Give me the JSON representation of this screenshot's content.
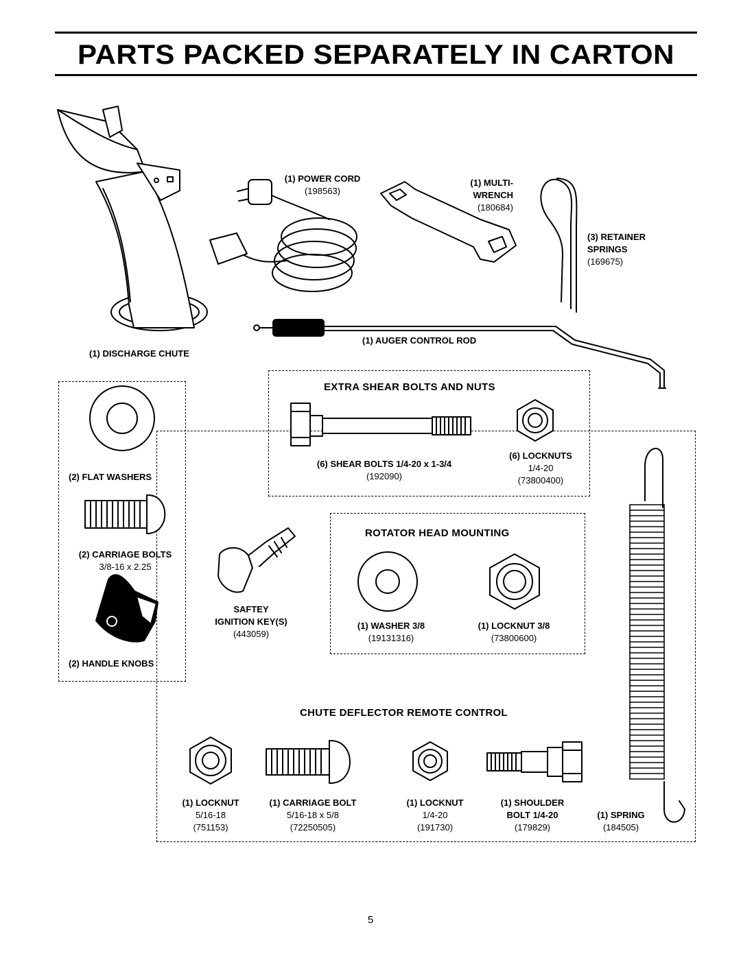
{
  "title": "PARTS PACKED SEPARATELY IN CARTON",
  "page_number": "5",
  "parts": {
    "discharge_chute": {
      "qty": "(1)",
      "name": "DISCHARGE CHUTE"
    },
    "power_cord": {
      "qty": "(1)",
      "name": "POWER CORD",
      "number": "(198563)"
    },
    "multi_wrench": {
      "qty": "(1)",
      "name1": "MULTI-",
      "name2": "WRENCH",
      "number": "(180684)"
    },
    "retainer_springs": {
      "qty": "(3)",
      "name1": "RETAINER",
      "name2": "SPRINGS",
      "number": "(169675)"
    },
    "auger_control_rod": {
      "qty": "(1)",
      "name": "AUGER CONTROL ROD"
    },
    "flat_washers": {
      "qty": "(2)",
      "name": "FLAT WASHERS"
    },
    "carriage_bolts": {
      "qty": "(2)",
      "name": "CARRIAGE BOLTS",
      "size": "3/8-16 x 2.25"
    },
    "handle_knobs": {
      "qty": "(2)",
      "name": "HANDLE KNOBS"
    },
    "ignition_key": {
      "name1": "SAFTEY",
      "name2": "IGNITION KEY(S)",
      "number": "(443059)"
    },
    "spring": {
      "qty": "(1)",
      "name": "SPRING",
      "number": "(184505)"
    }
  },
  "sections": {
    "shear": {
      "heading": "EXTRA SHEAR BOLTS AND NUTS",
      "bolts": {
        "qty": "(6)",
        "name": "SHEAR BOLTS 1/4-20 x 1-3/4",
        "number": "(192090)"
      },
      "locknuts": {
        "qty": "(6)",
        "name": "LOCKNUTS",
        "size": "1/4-20",
        "number": "(73800400)"
      }
    },
    "rotator": {
      "heading": "ROTATOR HEAD MOUNTING",
      "washer": {
        "qty": "(1)",
        "name": "WASHER 3/8",
        "number": "(19131316)"
      },
      "locknut": {
        "qty": "(1)",
        "name": "LOCKNUT 3/8",
        "number": "(73800600)"
      }
    },
    "chute_deflector": {
      "heading": "CHUTE DEFLECTOR REMOTE CONTROL",
      "locknut_a": {
        "qty": "(1)",
        "name": "LOCKNUT",
        "size": "5/16-18",
        "number": "(751153)"
      },
      "carriage_bolt": {
        "qty": "(1)",
        "name": "CARRIAGE BOLT",
        "size": "5/16-18 x 5/8",
        "number": "(72250505)"
      },
      "locknut_b": {
        "qty": "(1)",
        "name": "LOCKNUT",
        "size": "1/4-20",
        "number": "(191730)"
      },
      "shoulder_bolt": {
        "qty": "(1)",
        "name": "SHOULDER",
        "size": "BOLT 1/4-20",
        "number": "(179829)"
      }
    }
  }
}
